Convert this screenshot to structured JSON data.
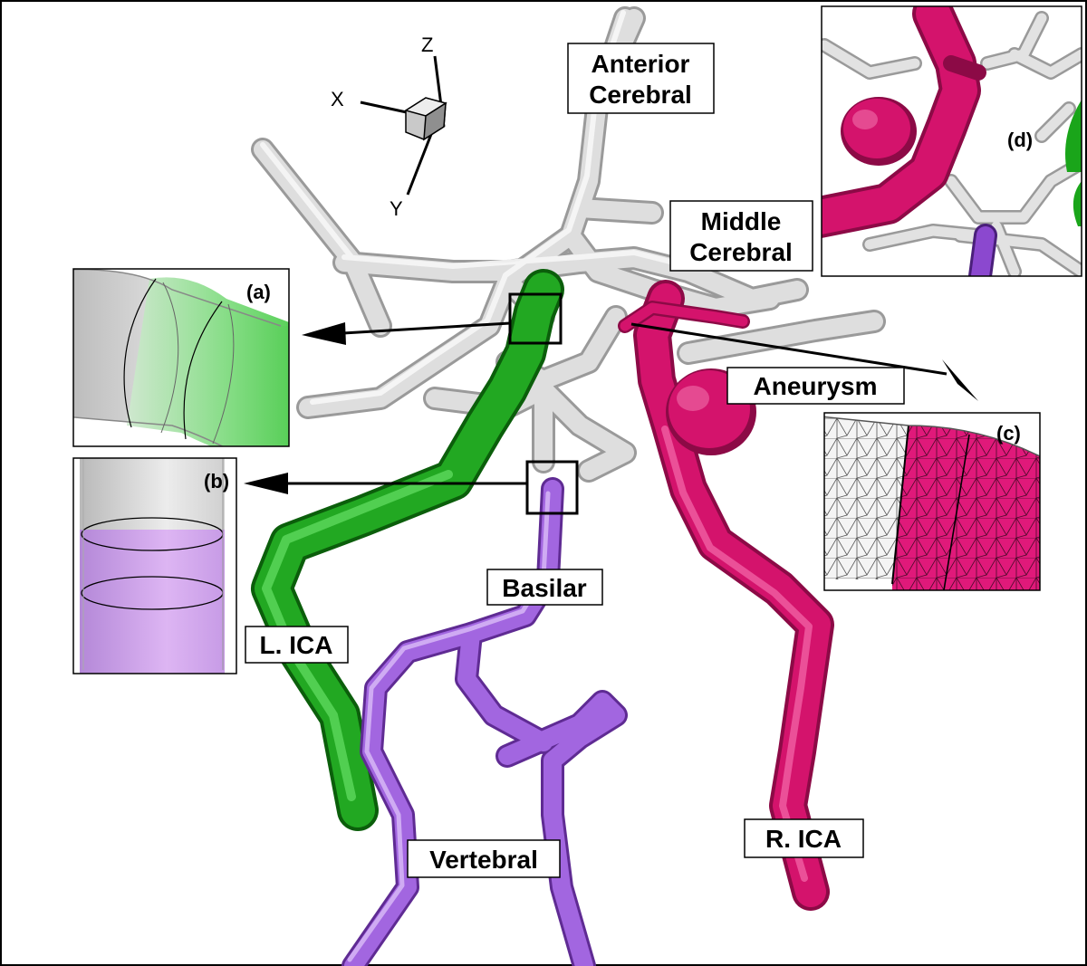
{
  "labels": {
    "anterior_line1": "Anterior",
    "anterior_line2": "Cerebral",
    "middle_line1": "Middle",
    "middle_line2": "Cerebral",
    "aneurysm": "Aneurysm",
    "basilar": "Basilar",
    "l_ica": "L. ICA",
    "r_ica": "R. ICA",
    "vertebral": "Vertebral"
  },
  "insets": {
    "a": "(a)",
    "b": "(b)",
    "c": "(c)",
    "d": "(d)"
  },
  "axes": {
    "x": "X",
    "y": "Y",
    "z": "Z"
  },
  "colors": {
    "l_ica": "#1a9e1a",
    "r_ica": "#d8136e",
    "vertebral_basilar": "#9b55d6",
    "cerebral": "#d4d4d4",
    "background": "#ffffff"
  }
}
